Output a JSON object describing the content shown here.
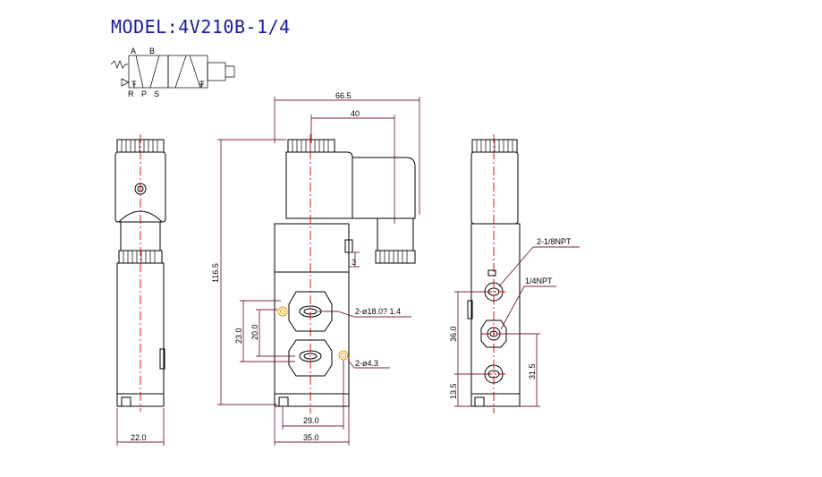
{
  "title": "MODEL:4V210B-1/4",
  "symbol": {
    "port_a": "A",
    "port_b": "B",
    "port_r": "R",
    "port_p": "P",
    "port_s": "S",
    "exhaust_t1": "T",
    "exhaust_t2": "T"
  },
  "dimensions": {
    "overall_width": "66.5",
    "coil_offset": "40",
    "overall_height": "116.5",
    "small_gap": "3",
    "mount_hole_large": "2-ø18.0? 1.4",
    "mount_hole_small": "2-ø4.3",
    "hole_pitch_outer": "23.0",
    "hole_pitch_inner": "20.0",
    "base_inner_width": "29.0",
    "base_width": "35.0",
    "side_width": "22.0",
    "port_npt_small": "2-1/8NPT",
    "port_npt_large": "1/4NPT",
    "port_pitch": "36.0",
    "port_center": "31.5",
    "port_bottom": "13.5"
  },
  "colors": {
    "title": "#1a1aa0",
    "outline": "#000000",
    "dimension_line": "#7a1f4b",
    "center_line": "#d00000",
    "hole_mark": "#e0a000"
  }
}
